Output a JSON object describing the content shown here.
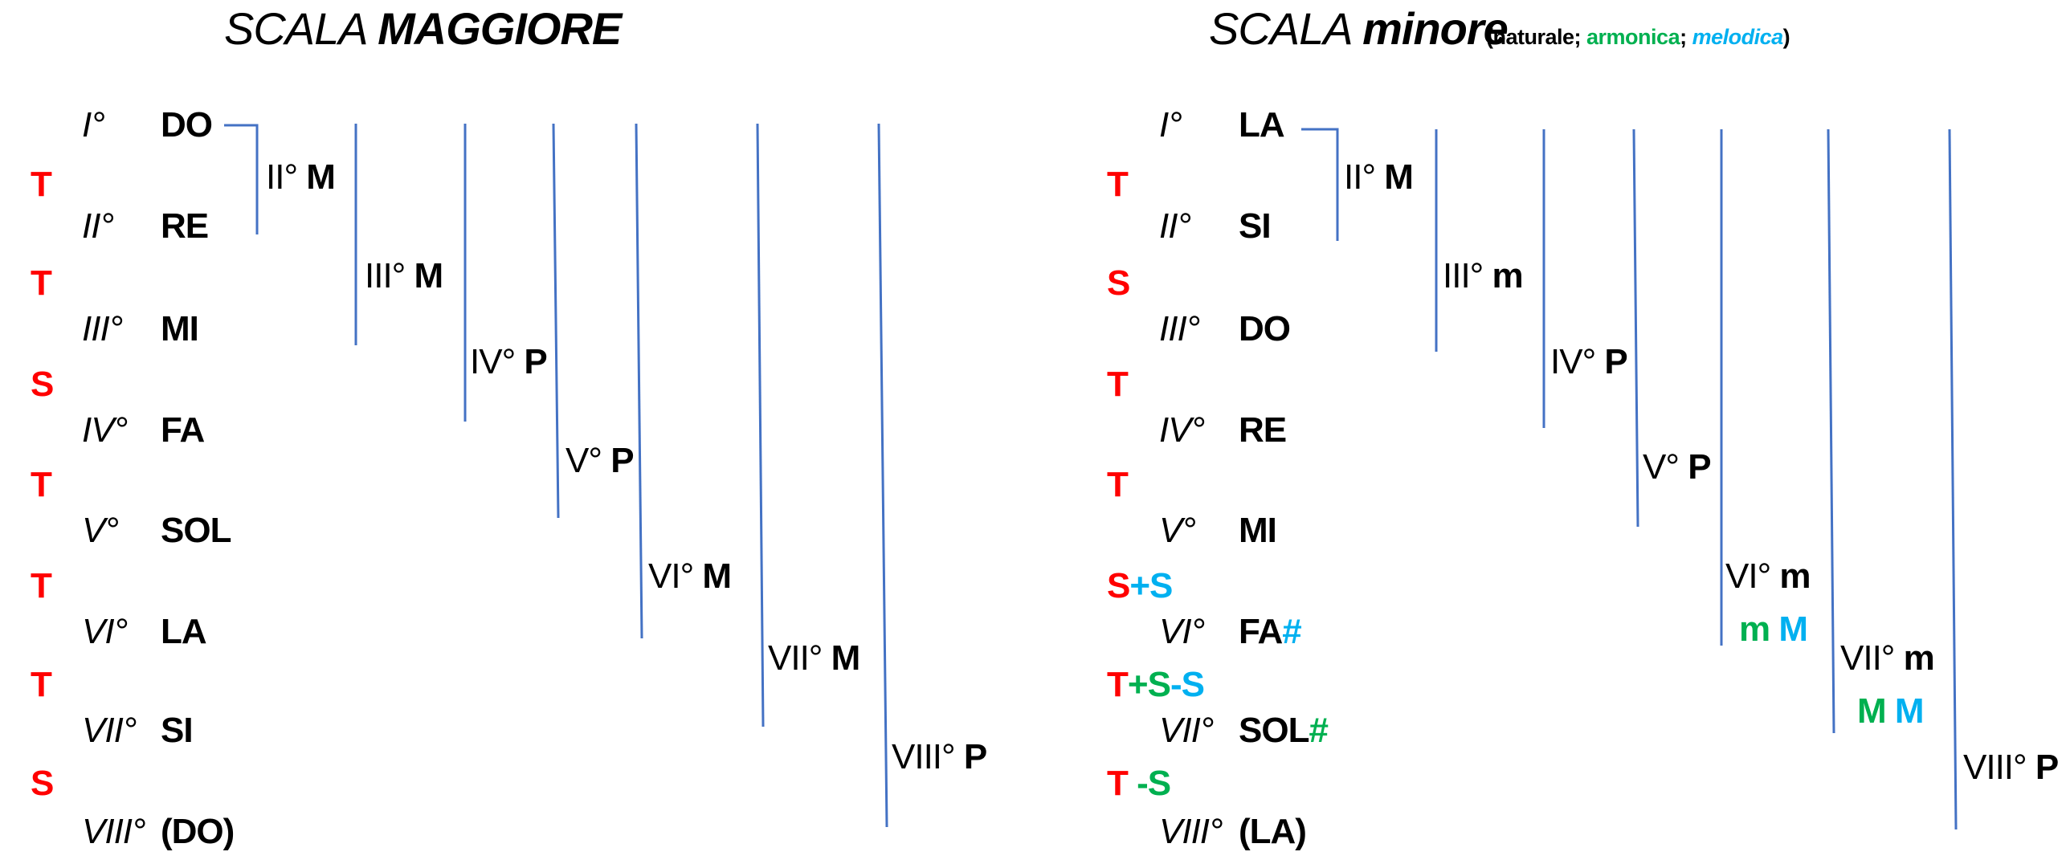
{
  "major": {
    "title_plain": "SCALA",
    "title_bold": "MAGGIORE",
    "degrees": [
      "I°",
      "II°",
      "III°",
      "IV°",
      "V°",
      "VI°",
      "VII°",
      "VIII°"
    ],
    "notes": [
      "DO",
      "RE",
      "MI",
      "FA",
      "SOL",
      "LA",
      "SI",
      "(DO)"
    ],
    "steps": [
      "T",
      "T",
      "S",
      "T",
      "T",
      "T",
      "S"
    ],
    "intervals": [
      {
        "deg": "II°",
        "q": "M"
      },
      {
        "deg": "III°",
        "q": "M"
      },
      {
        "deg": "IV°",
        "q": "P"
      },
      {
        "deg": "V°",
        "q": "P"
      },
      {
        "deg": "VI°",
        "q": "M"
      },
      {
        "deg": "VII°",
        "q": "M"
      },
      {
        "deg": "VIII°",
        "q": "P"
      }
    ]
  },
  "minor": {
    "title_plain": "SCALA",
    "title_bold": "minore",
    "variants": {
      "open": "(naturale; ",
      "armonica": "armonica",
      "sep": "; ",
      "melodica": "melodica",
      "close": ")"
    },
    "degrees": [
      "I°",
      "II°",
      "III°",
      "IV°",
      "V°",
      "VI°",
      "VII°",
      "VIII°"
    ],
    "notes": [
      "LA",
      "SI",
      "DO",
      "RE",
      "MI",
      "FA",
      "SOL",
      "(LA)"
    ],
    "sharp": "#",
    "steps": [
      "T",
      "S",
      "T",
      "T",
      "S",
      "T",
      "T"
    ],
    "step_extra": {
      "s5_blue": "+S",
      "s6_green": "+S",
      "s6_blue": "-S",
      "s7_green": "-S"
    },
    "intervals": [
      {
        "deg": "II°",
        "q": "M"
      },
      {
        "deg": "III°",
        "q": "m"
      },
      {
        "deg": "IV°",
        "q": "P"
      },
      {
        "deg": "V°",
        "q": "P"
      },
      {
        "deg": "VI°",
        "q": "m"
      },
      {
        "deg": "VII°",
        "q": "m"
      },
      {
        "deg": "VIII°",
        "q": "P"
      }
    ],
    "vi_alt": {
      "armonica": "m",
      "melodica": "M"
    },
    "vii_alt": {
      "armonica": "M",
      "melodica": "M"
    }
  },
  "colors": {
    "tone_semitone": "#ff0000",
    "armonica": "#00b050",
    "melodica": "#00b0f0",
    "line": "#4472c4"
  }
}
